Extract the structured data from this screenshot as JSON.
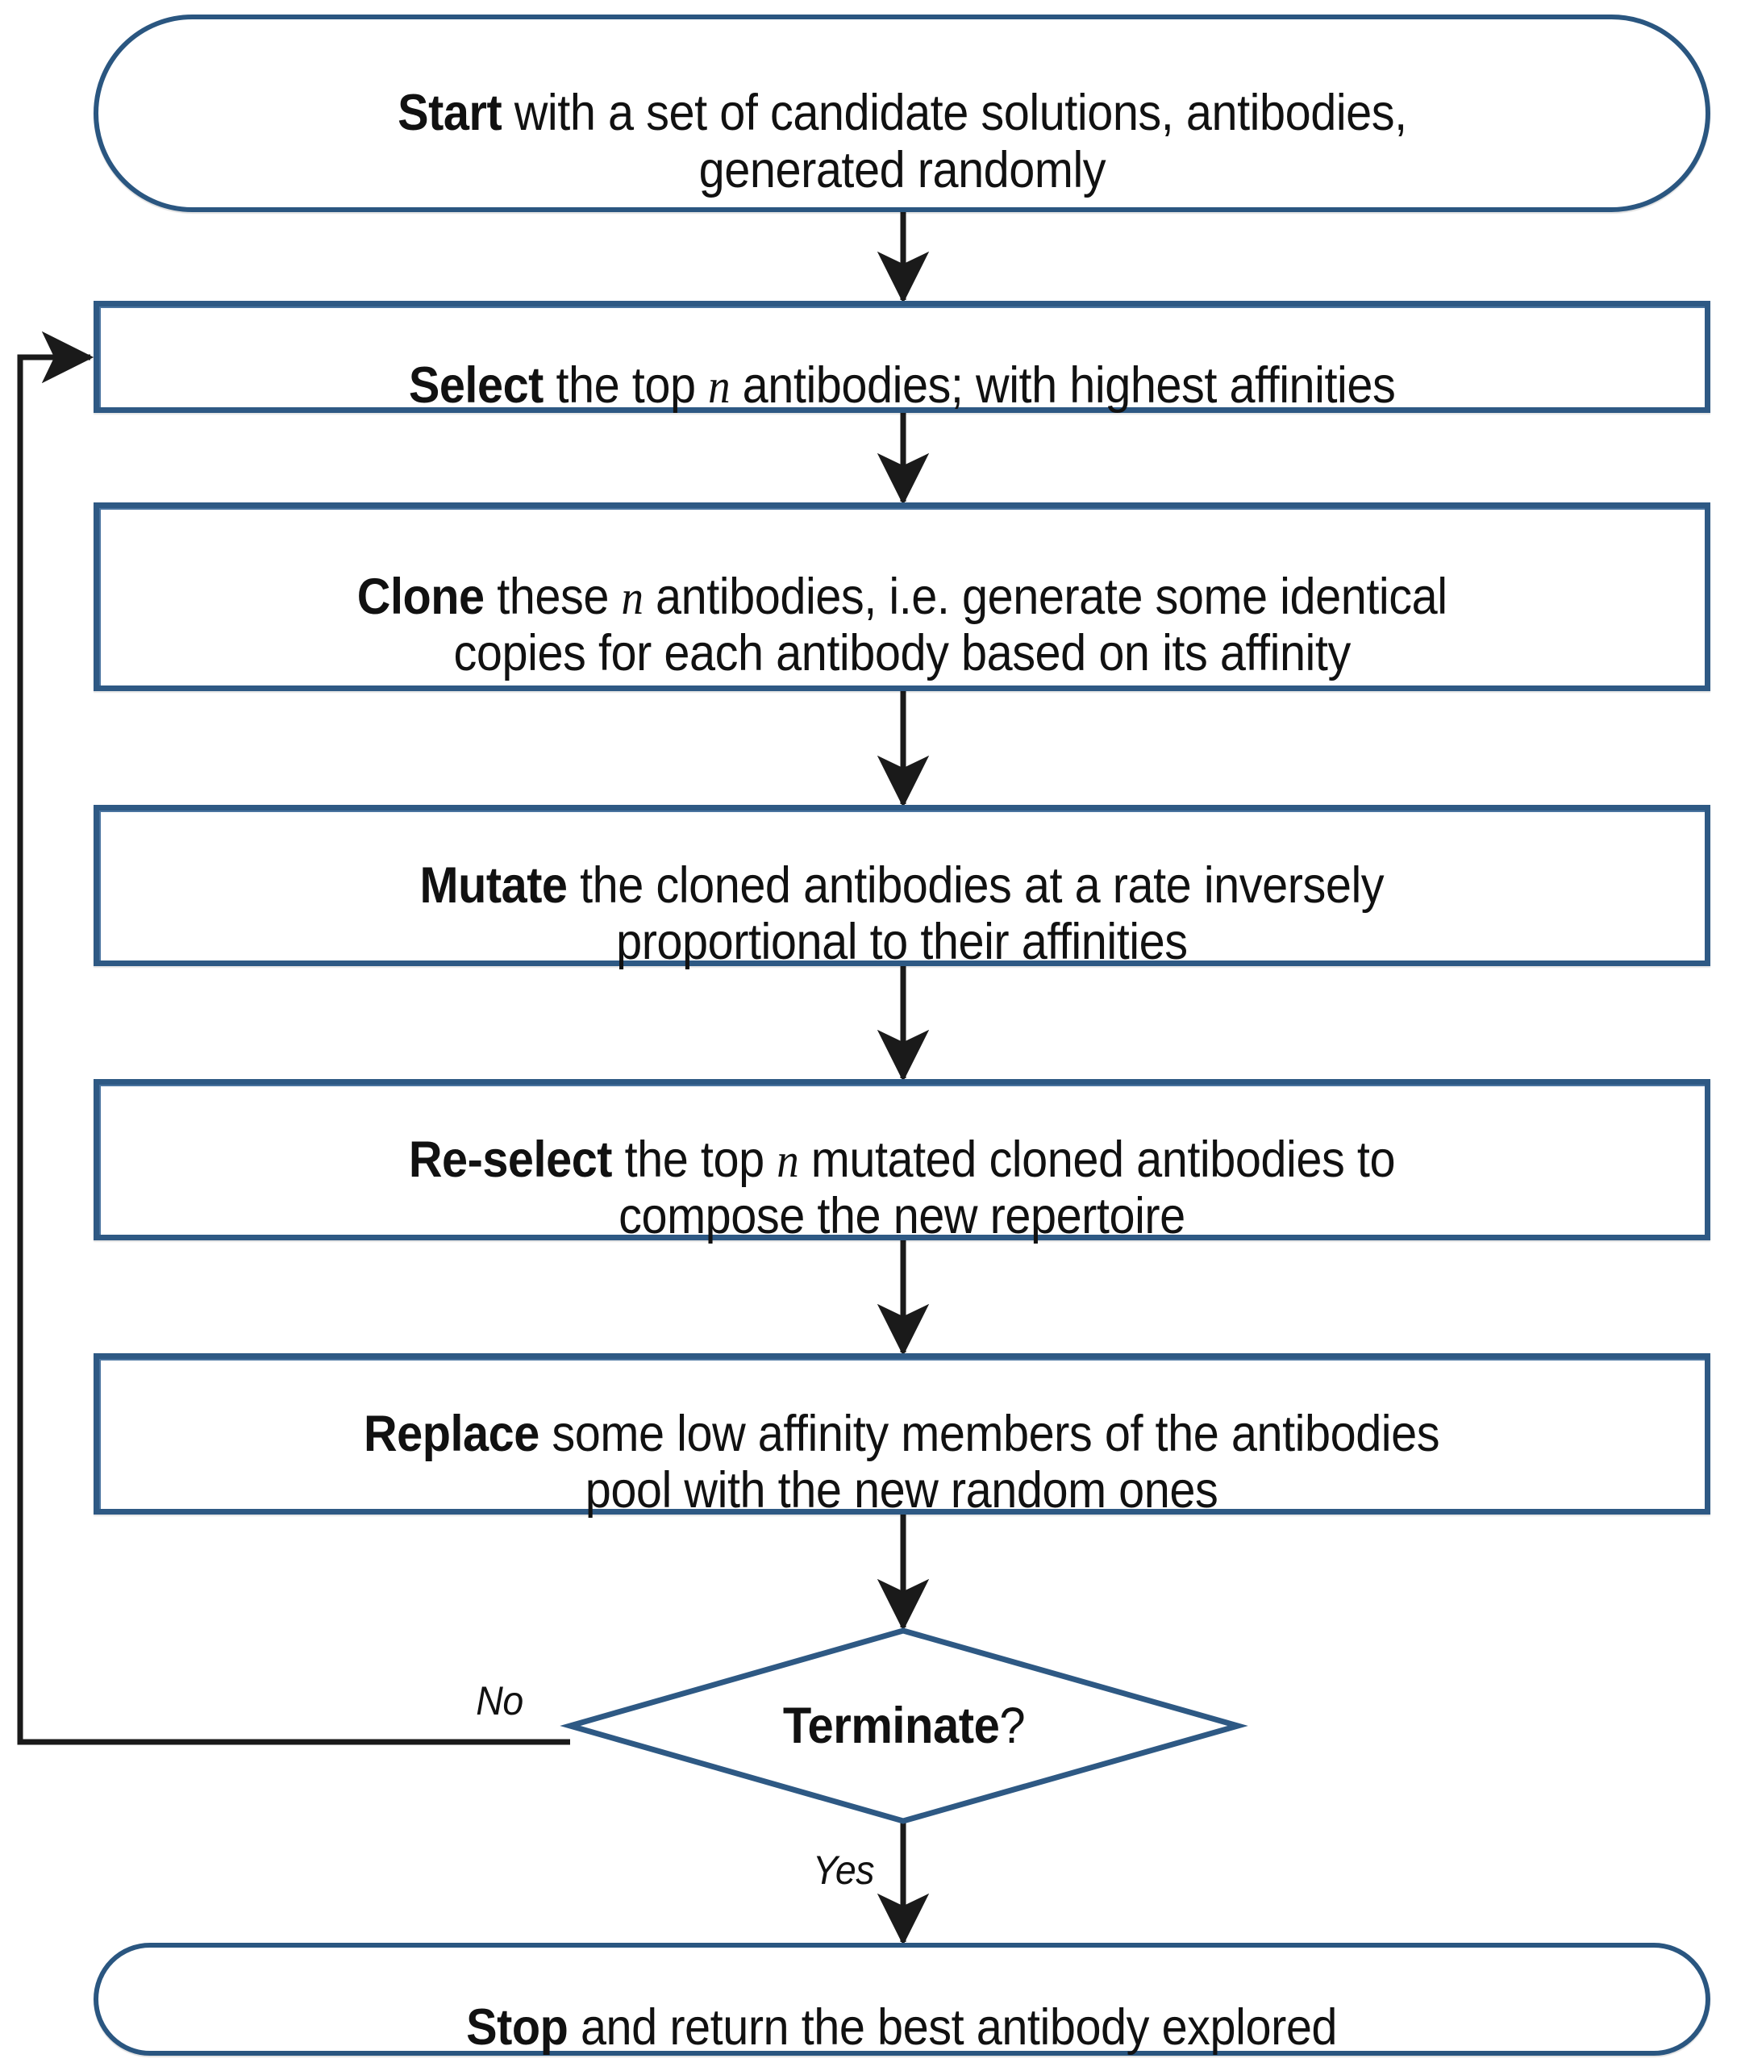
{
  "diagram": {
    "title": "Clonal Selection Algorithm Flowchart",
    "colors": {
      "node_border": "#2E5984",
      "terminator_border": "#2a5680",
      "arrow": "#1a1a1a",
      "text": "#111111",
      "background": "#ffffff"
    },
    "nodes": [
      {
        "id": "start",
        "shape": "terminator",
        "bold_prefix": "Start",
        "rest": " with a set of candidate solutions, antibodies,\ngenerated randomly",
        "full_text": "Start with a set of candidate solutions, antibodies, generated randomly"
      },
      {
        "id": "select",
        "shape": "process",
        "bold_prefix": "Select",
        "rest_before_var": " the top ",
        "variable": "n",
        "rest_after_var": " antibodies; with highest affinities",
        "full_text": "Select the top n antibodies; with highest affinities"
      },
      {
        "id": "clone",
        "shape": "process",
        "bold_prefix": "Clone",
        "rest_before_var": " these ",
        "variable": "n",
        "rest_after_var": " antibodies, i.e. generate some identical\ncopies for each antibody based on its affinity",
        "full_text": "Clone these n antibodies, i.e. generate some identical copies for each antibody based on its affinity"
      },
      {
        "id": "mutate",
        "shape": "process",
        "bold_prefix": "Mutate",
        "rest": " the cloned antibodies at a rate inversely\nproportional to their affinities",
        "full_text": "Mutate the cloned antibodies at a rate inversely proportional to their affinities"
      },
      {
        "id": "reselect",
        "shape": "process",
        "bold_prefix": "Re-select",
        "rest_before_var": " the top ",
        "variable": "n",
        "rest_after_var": " mutated cloned antibodies to\ncompose the new repertoire",
        "full_text": "Re-select the top n mutated cloned antibodies to compose the new repertoire"
      },
      {
        "id": "replace",
        "shape": "process",
        "bold_prefix": "Replace",
        "rest": " some low affinity members of the antibodies\npool with the new random ones",
        "full_text": "Replace some low affinity members of the antibodies pool with the new random ones"
      },
      {
        "id": "terminate",
        "shape": "decision",
        "bold_prefix": "Terminate",
        "rest": "?",
        "full_text": "Terminate?"
      },
      {
        "id": "stop",
        "shape": "terminator",
        "bold_prefix": "Stop",
        "rest": " and return the best antibody explored",
        "full_text": "Stop and return the best antibody explored"
      }
    ],
    "edge_labels": {
      "no": "No",
      "yes": "Yes"
    },
    "edges": [
      {
        "from": "start",
        "to": "select",
        "label": ""
      },
      {
        "from": "select",
        "to": "clone",
        "label": ""
      },
      {
        "from": "clone",
        "to": "mutate",
        "label": ""
      },
      {
        "from": "mutate",
        "to": "reselect",
        "label": ""
      },
      {
        "from": "reselect",
        "to": "replace",
        "label": ""
      },
      {
        "from": "replace",
        "to": "terminate",
        "label": ""
      },
      {
        "from": "terminate",
        "to": "select",
        "label": "No"
      },
      {
        "from": "terminate",
        "to": "stop",
        "label": "Yes"
      }
    ]
  }
}
